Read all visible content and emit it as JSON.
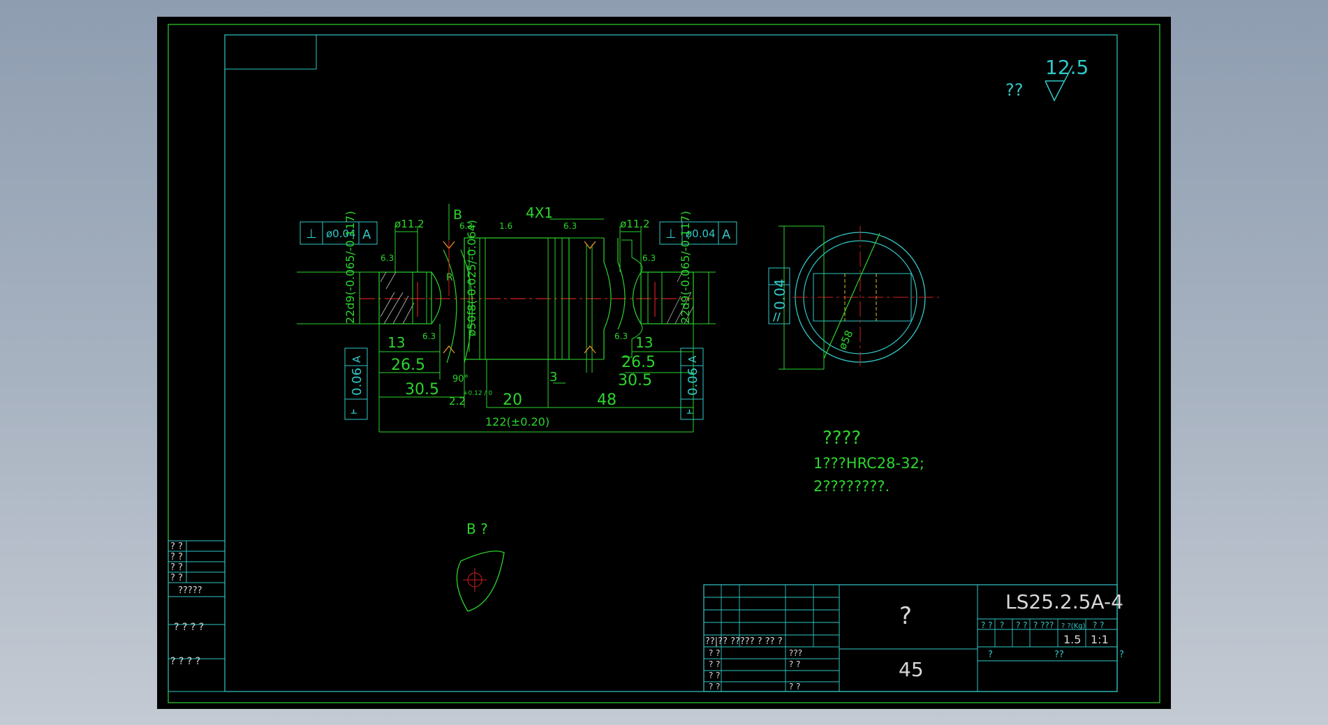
{
  "roughness": {
    "prefix": "??",
    "value": "12.5"
  },
  "dims": {
    "d_left": "ø11.2",
    "d_right": "ø11.2",
    "tol_perp_value": "ø0.04",
    "tol_perp_datum": "A",
    "datum_b": "B",
    "chamfer": "4X1",
    "left_shaft": "22d9(-0.065/-0.117)",
    "right_shaft": "22d9(-0.065/-0.117)",
    "dia50": "ø50f8(-0.025/-0.064)",
    "r_label": "R",
    "r1": "6.3",
    "r2": "1.6",
    "r3": "6.3",
    "r4": "6.3",
    "r5": "6.3",
    "r6": "6.3",
    "r7": "6.3",
    "l13a": "13",
    "l26a": "26.5",
    "l30a": "30.5",
    "angle": "90°",
    "groove": "2.2",
    "groove_tol": "+0.12 / 0",
    "l20": "20",
    "l3": "3",
    "l48": "48",
    "l13b": "13",
    "l26b": "26.5",
    "l30b": "30.5",
    "total": "122(±0.20)",
    "tol_runout_left": "0.06",
    "tol_runout_left_datum": "A",
    "tol_runout_right": "0.06",
    "tol_runout_right_datum": "A",
    "para_value": "0.04",
    "d58": "ø58"
  },
  "section_label": "B ?",
  "notes": {
    "title": "????",
    "line1": "1???HRC28-32;",
    "line2": "2????????."
  },
  "left_block": {
    "rows": [
      "? ?",
      "? ?",
      "? ?",
      "? ?",
      "?????"
    ],
    "sig1": "? ? ? ?",
    "sig2": "? ? ?   ?"
  },
  "title_block": {
    "drawing_no": "LS25.2.5A-4",
    "name": "?",
    "material": "45",
    "header_small": [
      "? ?",
      "?",
      "? ?",
      "? ??",
      "?",
      "? ?(Kg)",
      "? ?"
    ],
    "mass": "1.5",
    "scale": "1:1",
    "sheet_left": "?",
    "sheet_mid": "??",
    "sheet_right": "?",
    "rev_header": "??|??   ?????  ?   ?? ?",
    "rev_cells": [
      "? ?",
      "???",
      "? ?",
      "? ?",
      "? ?",
      "? ?",
      "? ?"
    ]
  }
}
